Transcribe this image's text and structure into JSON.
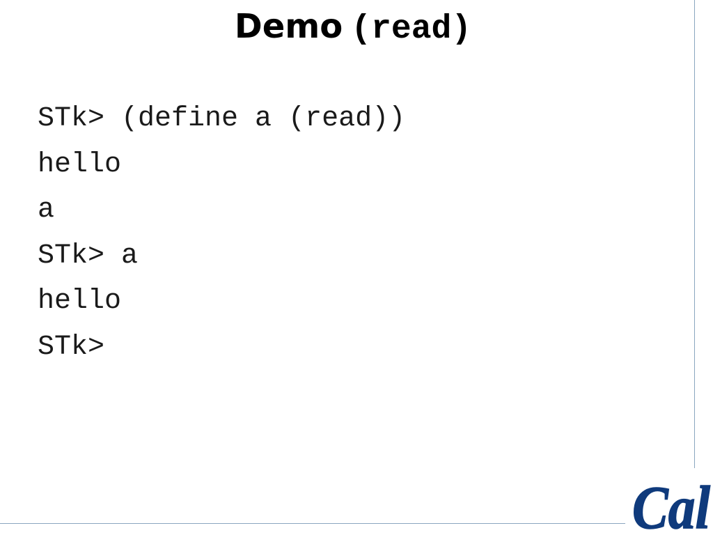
{
  "slide": {
    "title_word": "Demo",
    "title_code": "(read)",
    "code_lines": [
      "STk> (define a (read))",
      "hello",
      "a",
      "STk> a",
      "hello",
      "STk>"
    ],
    "logo_text": "Cal",
    "colors": {
      "rule": "#8aa6bf",
      "logo": "#0f3a7c",
      "text": "#1a1a1a"
    }
  }
}
